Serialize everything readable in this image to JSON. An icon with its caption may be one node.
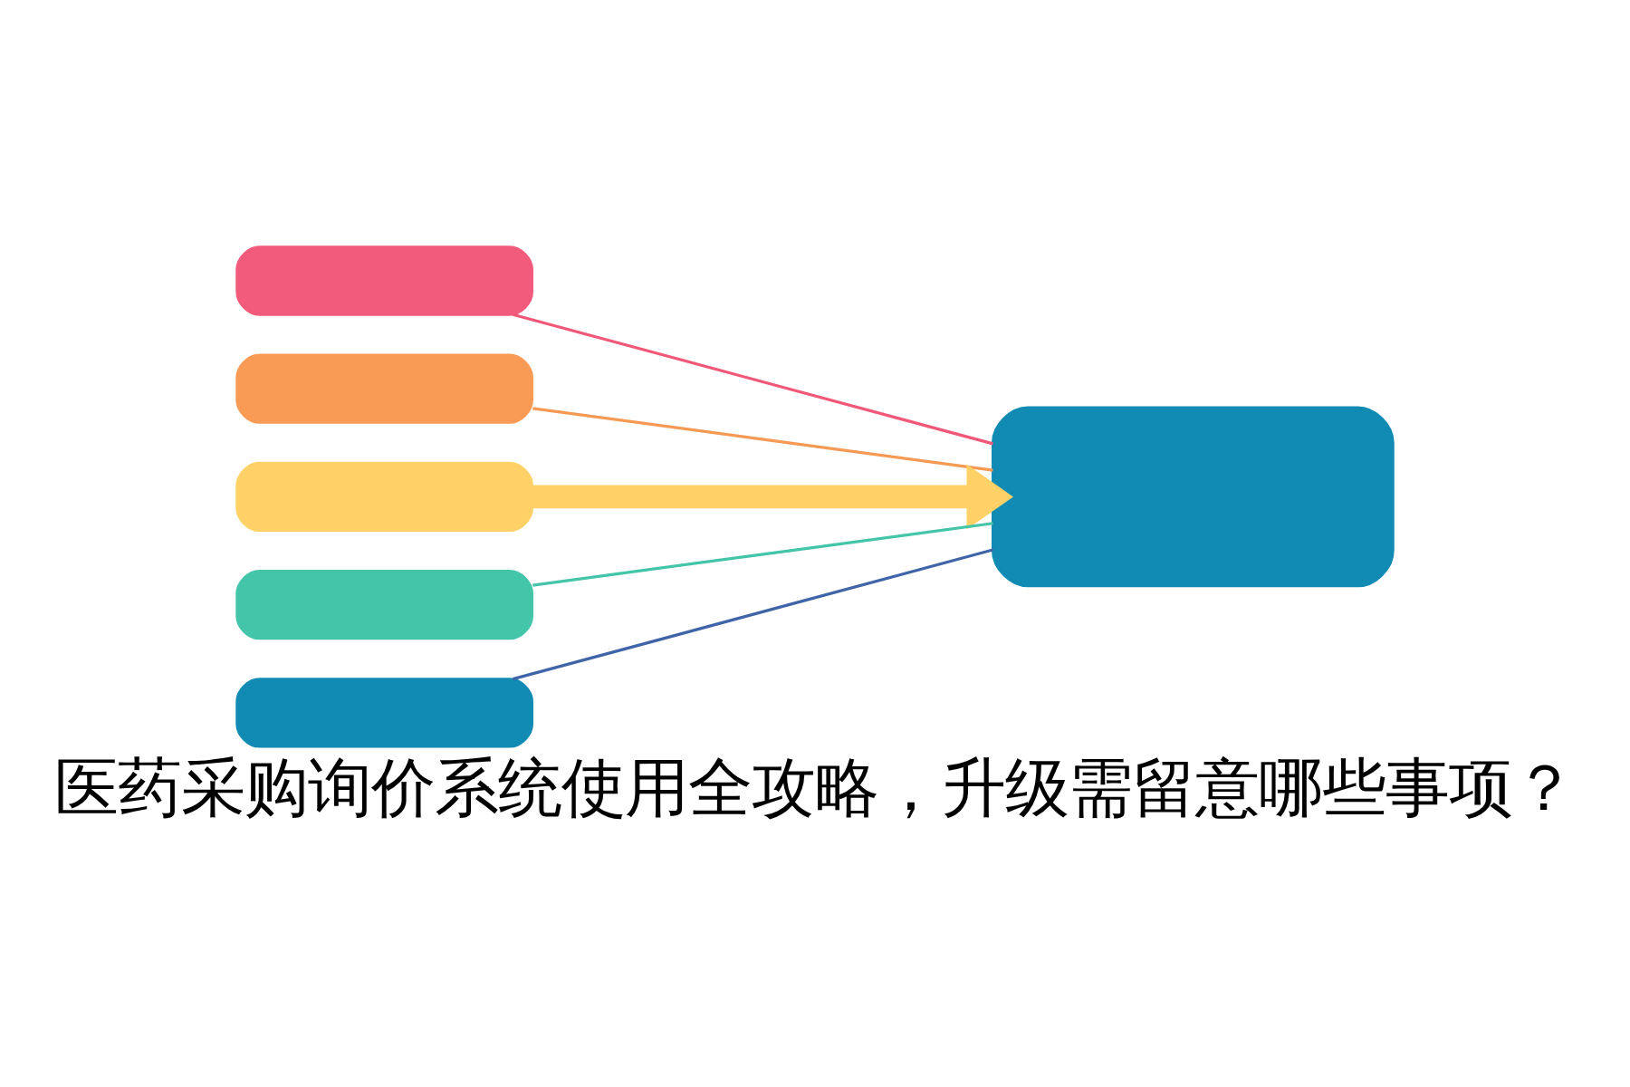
{
  "diagram": {
    "caption": "医药采购询价系统使用全攻略，升级需留意哪些事项？",
    "nodes": [
      {
        "text": [],
        "shape": "box"
      },
      {
        "text": [],
        "shape": "box"
      },
      {
        "text": [],
        "shape": "box"
      },
      {
        "text": [],
        "shape": "box"
      },
      {
        "text": [],
        "shape": "box"
      },
      {
        "text": [],
        "shape": "box"
      }
    ],
    "edges": [
      {
        "from": 0,
        "to": 5,
        "arrow": "none",
        "color": "#f0587a"
      },
      {
        "from": 1,
        "to": 5,
        "arrow": "none",
        "color": "#f59a55"
      },
      {
        "from": 2,
        "to": 5,
        "arrow": "to",
        "style": "thick",
        "color": "#ffd166"
      },
      {
        "from": 3,
        "to": 5,
        "arrow": "none",
        "color": "#44c4a8"
      },
      {
        "from": 4,
        "to": 5,
        "arrow": "none",
        "color": "#3f64a8"
      }
    ]
  }
}
